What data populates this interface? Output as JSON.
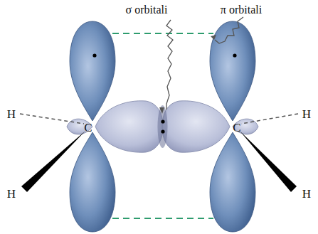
{
  "diagram": {
    "labels": [
      "σ orbitali",
      "π orbitali",
      "H",
      "H",
      "C",
      "C",
      "H",
      "H"
    ]
  }
}
